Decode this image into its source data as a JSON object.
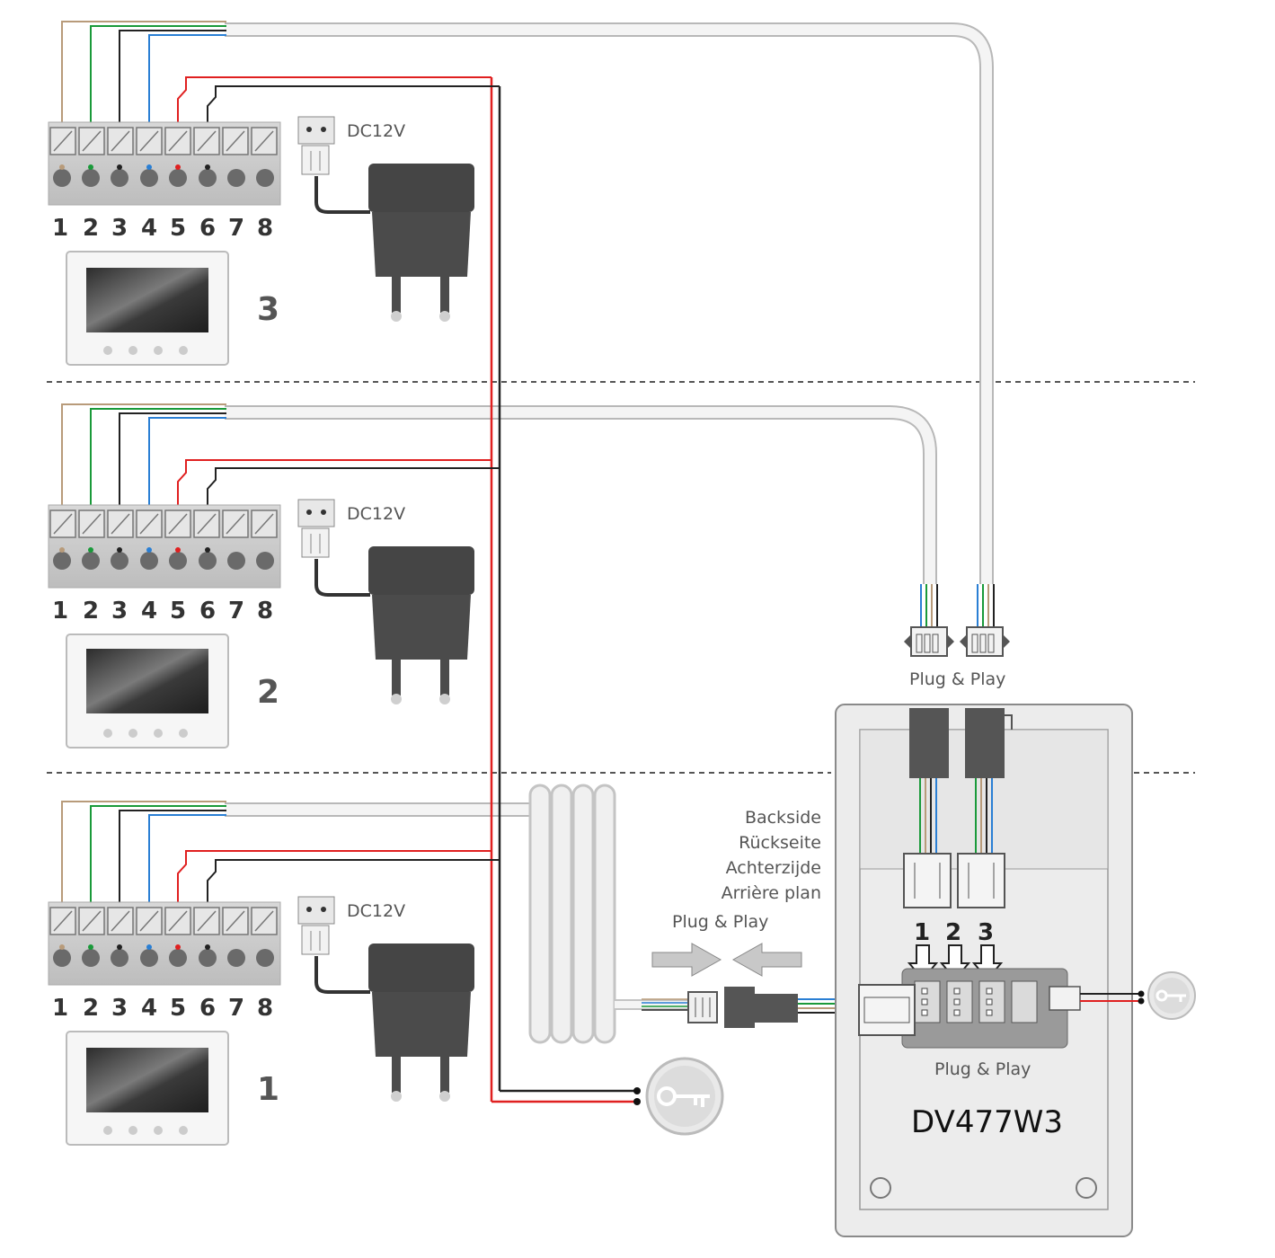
{
  "colors": {
    "wire_brown": "#b89b7a",
    "wire_green": "#1a9a3a",
    "wire_black": "#222222",
    "wire_blue": "#2a7fd4",
    "wire_red": "#e02020",
    "cable_white": "#f4f4f4",
    "cable_border": "#b8b8b8",
    "adapter": "#4b4b4b",
    "panel_fill": "#ececec",
    "panel_border": "#8a8a8a"
  },
  "monitor_units": [
    {
      "unit_number": "3",
      "terminal_numbers": [
        "1",
        "2",
        "3",
        "4",
        "5",
        "6",
        "7",
        "8"
      ],
      "power_label": "DC12V"
    },
    {
      "unit_number": "2",
      "terminal_numbers": [
        "1",
        "2",
        "3",
        "4",
        "5",
        "6",
        "7",
        "8"
      ],
      "power_label": "DC12V"
    },
    {
      "unit_number": "1",
      "terminal_numbers": [
        "1",
        "2",
        "3",
        "4",
        "5",
        "6",
        "7",
        "8"
      ],
      "power_label": "DC12V"
    }
  ],
  "plug_play_top": "Plug & Play",
  "plug_play_left": "Plug & Play",
  "plug_play_panel": "Plug & Play",
  "backside_labels": [
    "Backside",
    "Rückseite",
    "Achterzijde",
    "Arrière plan"
  ],
  "panel_ports": [
    "1",
    "2",
    "3"
  ],
  "model": "DV477W3",
  "icons": {
    "monitor": "monitor-icon",
    "adapter": "power-adapter-icon",
    "key_button": "key-button-icon",
    "connector": "connector-icon"
  }
}
